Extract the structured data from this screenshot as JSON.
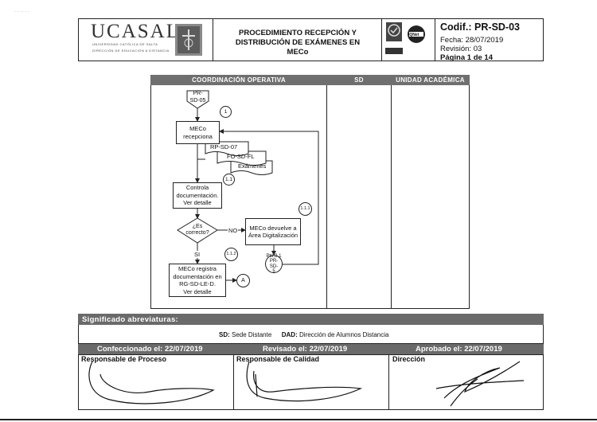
{
  "header": {
    "logo_name": "UCASAL",
    "logo_sub1": "UNIVERSIDAD CATÓLICA DE SALTA",
    "logo_sub2": "DIRECCIÓN DE EDUCACIÓN A DISTANCIA",
    "title_line1": "PROCEDIMIENTO RECEPCIÓN Y",
    "title_line2": "DISTRIBUCIÓN DE EXÁMENES EN",
    "title_line3": "MECo",
    "cert_label": "IQNet",
    "codif": "Codif.: PR-SD-03",
    "fecha": "Fecha: 28/07/2019",
    "revision": "Revisión: 03",
    "pagina": "Página 1 de 14"
  },
  "lanes": {
    "coordinacion": "COORDINACIÓN OPERATIVA",
    "sd": "SD",
    "unidad": "UNIDAD ACADÉMICA"
  },
  "flow": {
    "start_ref": "PR-\nSD-05",
    "circle1": "1",
    "meco_recepciona": "MECo\nrecepciona",
    "doc1": "RP-SD-07",
    "doc2": "FO-SD-FL",
    "doc3": "Exámenes",
    "circle11": "1.1",
    "controla": "Controla\ndocumentación.\nVer detalle",
    "circle111": "1.1.1",
    "decision": "¿Es\ncorrecto?",
    "no_label": "NO",
    "devuelve": "MECo devuelve a\nÁrea Digitalización",
    "ref_ptc": "Pto.3.1\nPR-SD-\n5",
    "si_label": "SI",
    "circle112": "1.1.2",
    "registra": "MECo registra\ndocumentación en\nRG-SD-LE-D.\nVer detalle",
    "connector_a": "A"
  },
  "abreviaturas": {
    "title": "Significado abreviaturas:",
    "sd_key": "SD:",
    "sd_val": "Sede Distante",
    "dad_key": "DAD:",
    "dad_val": "Dirección de Alumnos Distancia"
  },
  "approvals": {
    "confeccionado": "Confeccionado el: 22/07/2019",
    "revisado": "Revisado el: 22/07/2019",
    "aprobado": "Aprobado el: 22/07/2019",
    "resp_proceso": "Responsable de Proceso",
    "resp_calidad": "Responsable de Calidad",
    "direccion": "Dirección"
  }
}
